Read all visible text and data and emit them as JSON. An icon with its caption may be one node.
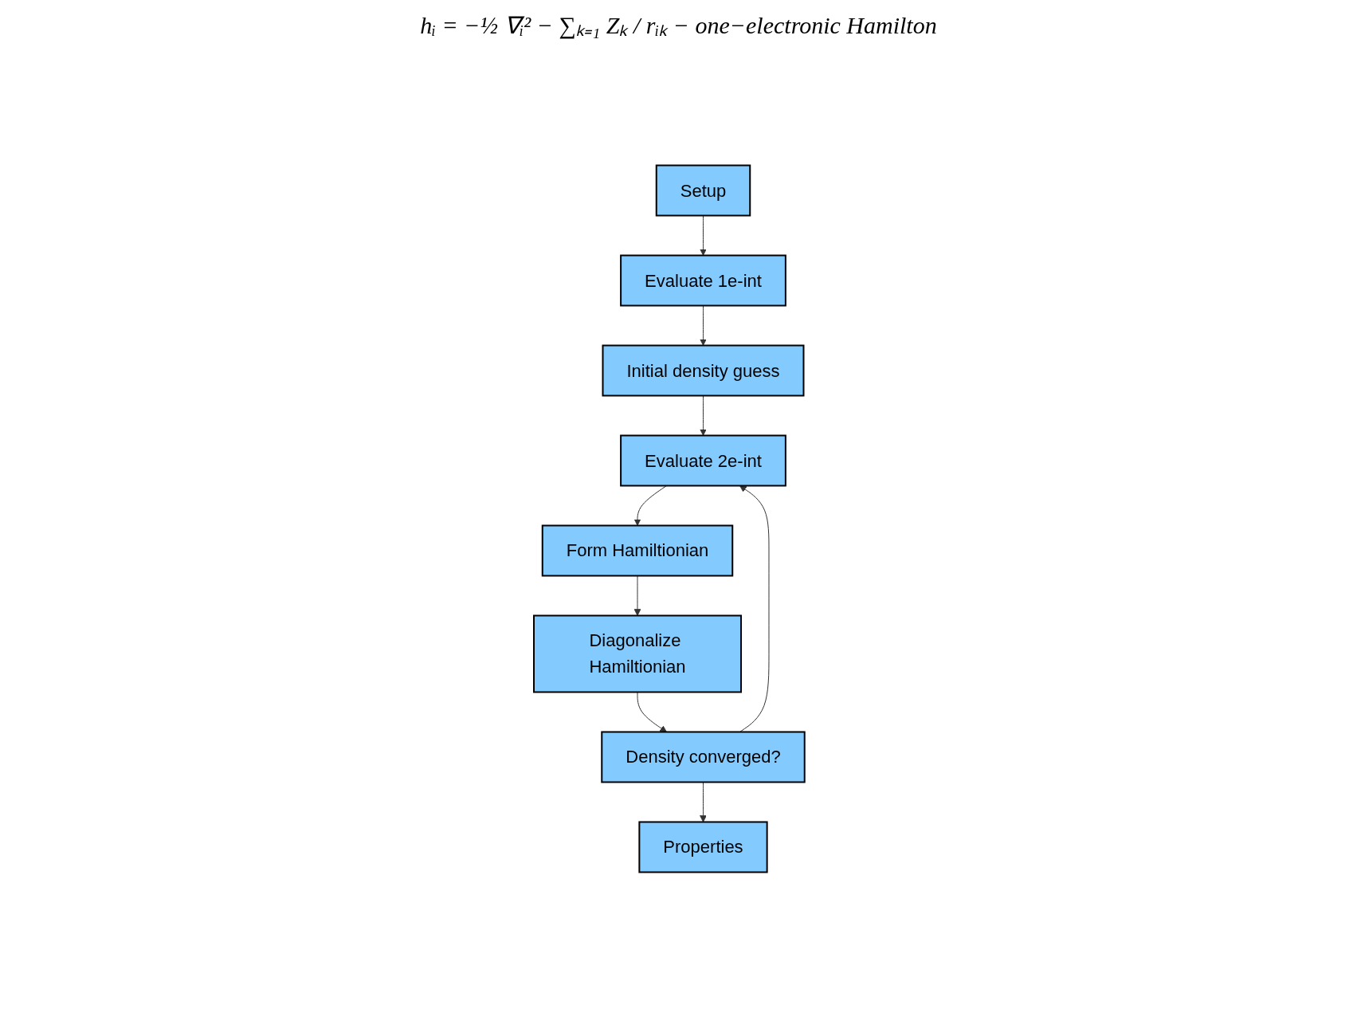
{
  "diagram": {
    "nodes": [
      {
        "text": [
          "Setup"
        ]
      },
      {
        "text": [
          "Evaluate 1e-int"
        ]
      },
      {
        "text": [
          "Initial density guess"
        ]
      },
      {
        "text": [
          "Evaluate 2e-int"
        ]
      },
      {
        "text": [
          "Form Hamiltionian"
        ]
      },
      {
        "text": [
          "Diagonalize Hamiltionian"
        ]
      },
      {
        "text": [
          "Density converged?"
        ]
      },
      {
        "text": [
          "Properties"
        ]
      }
    ],
    "edges": [
      {
        "from": 0,
        "to": 1,
        "arrow": "to"
      },
      {
        "from": 1,
        "to": 2,
        "arrow": "to"
      },
      {
        "from": 2,
        "to": 3,
        "arrow": "to"
      },
      {
        "from": 3,
        "to": 4,
        "arrow": "to"
      },
      {
        "from": 4,
        "to": 5,
        "arrow": "to"
      },
      {
        "from": 5,
        "to": 6,
        "arrow": "to"
      },
      {
        "from": 6,
        "to": 7,
        "arrow": "to"
      },
      {
        "from": 6,
        "to": 3,
        "arrow": "to"
      }
    ],
    "labels": [
      "hᵢ = −½ ∇ᵢ² − ∑ₖ₌₁ Zₖ / rᵢₖ  −  one−electronic Hamilton"
    ]
  }
}
